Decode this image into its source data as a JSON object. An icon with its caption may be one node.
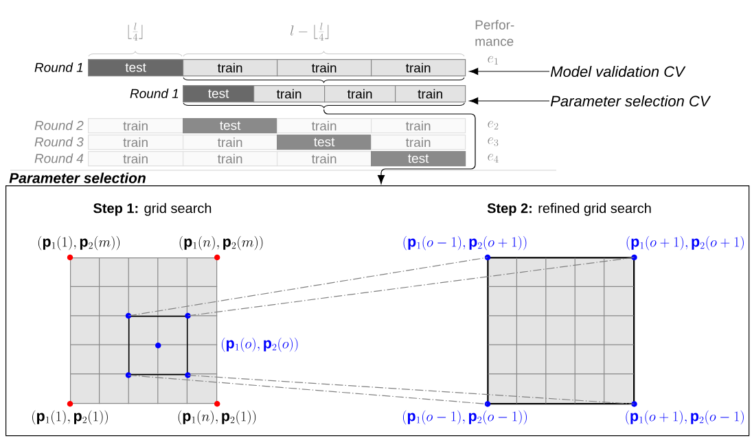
{
  "diagram": {
    "nodes": [
      {
        "text": [
          "test"
        ]
      },
      {
        "text": [
          "train"
        ]
      },
      {
        "text": [
          "train"
        ]
      },
      {
        "text": [
          "train"
        ]
      },
      {
        "text": [
          "test"
        ]
      },
      {
        "text": [
          "train"
        ]
      },
      {
        "text": [
          "train"
        ]
      },
      {
        "text": [
          "train"
        ]
      },
      {
        "text": [
          "train"
        ]
      },
      {
        "text": [
          "test"
        ]
      },
      {
        "text": [
          "train"
        ]
      },
      {
        "text": [
          "train"
        ]
      },
      {
        "text": [
          "train"
        ]
      },
      {
        "text": [
          "train"
        ]
      },
      {
        "text": [
          "test"
        ]
      },
      {
        "text": [
          "train"
        ]
      },
      {
        "text": [
          "train"
        ]
      },
      {
        "text": [
          "train"
        ]
      },
      {
        "text": [
          "train"
        ]
      },
      {
        "text": [
          "test"
        ]
      },
      {
        "text": [
          "Model validation CV"
        ]
      },
      {
        "text": [
          "Parameter selection CV"
        ]
      },
      {
        "text": [
          "Parameter selection"
        ]
      },
      {
        "text": [],
        "shape": "box",
        "in": 22
      },
      {
        "text": [],
        "shape": "box",
        "in": 23
      },
      {
        "text": [],
        "shape": "box",
        "in": 22
      },
      {
        "text": [],
        "shape": "brace"
      }
    ],
    "edges": [
      {
        "from": 20,
        "to": 3,
        "arrow": "to",
        "color": "#000000"
      },
      {
        "from": 21,
        "to": 7,
        "arrow": "to",
        "color": "#000000"
      },
      {
        "from": 26,
        "to": 22,
        "arrow": "to",
        "color": "#000000"
      },
      {
        "from": 24,
        "to": 25,
        "arrow": "none",
        "style": "dashed",
        "color": "#808080"
      },
      {
        "from": 24,
        "to": 25,
        "arrow": "none",
        "style": "dashed",
        "color": "#808080"
      },
      {
        "from": 24,
        "to": 25,
        "arrow": "none",
        "style": "dashed",
        "color": "#808080"
      },
      {
        "from": 24,
        "to": 25,
        "arrow": "none",
        "style": "dashed",
        "color": "#808080"
      }
    ],
    "labels": [
      "\\lfloor\\frac{l}{4}\\rfloor",
      "l-\\lfloor\\frac{l}{4}\\rfloor",
      "Perfor- mance",
      "Round 1",
      "e_1",
      "Round 2",
      "e_2",
      "Round 1",
      "Round 3",
      "e_3",
      "Round 4",
      "e_4",
      "**Step 1:** grid search",
      "**Step 2:** refined grid search",
      "(\\mathbf{p}_1(1),\\mathbf{p}_2(m))",
      "(\\mathbf{p}_1(n),\\mathbf{p}_2(m))",
      "(\\mathbf{p}_1(o-1),\\mathbf{p}_2(o+1))",
      "(\\mathbf{p}_1(o+1),\\mathbf{p}_2(o+1)",
      "(\\mathbf{p}_1(o),\\mathbf{p}_2(o))",
      "(\\mathbf{p}_1(1),\\mathbf{p}_2(1))",
      "(\\mathbf{p}_1(n),\\mathbf{p}_2(1))",
      "(\\mathbf{p}_1(o-1),\\mathbf{p}_2(o-1))",
      "(\\mathbf{p}_1(o+1),\\mathbf{p}_2(o-1)"
    ]
  }
}
